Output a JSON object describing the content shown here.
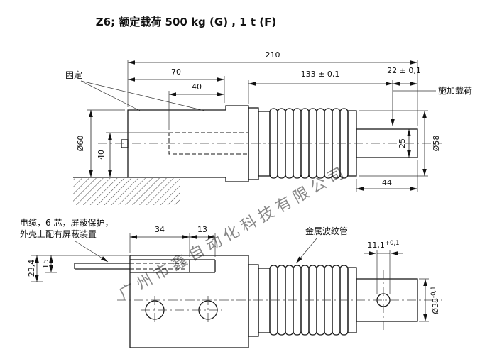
{
  "title": "Z6; 额定载荷 500 kg (G) , 1 t (F)",
  "watermark": "广州市鑫自动化科技有限公司",
  "labels": {
    "fixed": "固定",
    "apply_load": "施加载荷",
    "cable_line1": "电缆，6 芯，屏蔽保护，",
    "cable_line2": "外壳上配有屏蔽装置",
    "bellows": "金属波纹管"
  },
  "dims": {
    "total_length": "210",
    "len70": "70",
    "len40": "40",
    "len133": "133 ± 0,1",
    "len22": "22 ± 0,1",
    "dia60": "Ø60",
    "height40": "40",
    "dia25": "25",
    "dia58": "Ø58",
    "len44": "44",
    "len34": "34",
    "len13": "13",
    "hole11": {
      "value": "11,1",
      "tol": "+0,1"
    },
    "len23_4": "23,4",
    "len15": "15",
    "dia38": {
      "value": "Ø38",
      "tol": "-0,1"
    }
  }
}
